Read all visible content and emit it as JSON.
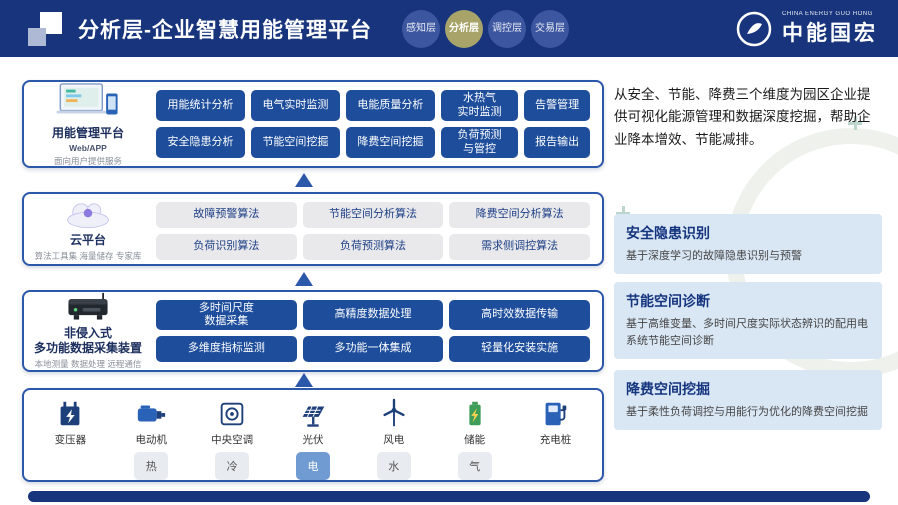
{
  "colors": {
    "header_bg": "#17347c",
    "row_border": "#2b58a8",
    "chip_dark": "#1d4d9b",
    "chip_light": "#e9e9eb",
    "card_bg": "#d9e6f4",
    "badge_active": "#a8a469",
    "tag_active": "#6f9bd2"
  },
  "header": {
    "title": "分析层-企业智慧用能管理平台",
    "badges": [
      {
        "label": "感知层",
        "active": false
      },
      {
        "label": "分析层",
        "active": true
      },
      {
        "label": "调控层",
        "active": false
      },
      {
        "label": "交易层",
        "active": false
      }
    ],
    "logo": {
      "en": "CHINA ENERGY GUO HONG",
      "cn": "中能国宏"
    }
  },
  "layers": {
    "platform": {
      "title": "用能管理平台",
      "sub1": "Web/APP",
      "sub2": "面向用户提供服务",
      "buttons": [
        [
          "用能统计分析",
          "电气实时监测",
          "电能质量分析",
          "水热气\n实时监测",
          "告警管理"
        ],
        [
          "安全隐患分析",
          "节能空间挖掘",
          "降费空间挖掘",
          "负荷预测\n与管控",
          "报告输出"
        ]
      ]
    },
    "cloud": {
      "title": "云平台",
      "sub": "算法工具集 海量储存 专家库",
      "buttons": [
        [
          "故障预警算法",
          "节能空间分析算法",
          "降费空间分析算法"
        ],
        [
          "负荷识别算法",
          "负荷预测算法",
          "需求侧调控算法"
        ]
      ]
    },
    "device": {
      "title": "非侵入式\n多功能数据采集装置",
      "sub": "本地测量 数据处理 远程通信",
      "buttons": [
        [
          "多时间尺度\n数据采集",
          "高精度数据处理",
          "高时效数据传输"
        ],
        [
          "多维度指标监测",
          "多功能一体集成",
          "轻量化安装实施"
        ]
      ]
    }
  },
  "equipment": {
    "items": [
      {
        "label": "变压器"
      },
      {
        "label": "电动机",
        "tag": "热"
      },
      {
        "label": "中央空调",
        "tag": "冷"
      },
      {
        "label": "光伏",
        "tag": "电",
        "active": true
      },
      {
        "label": "风电",
        "tag": "水"
      },
      {
        "label": "储能",
        "tag": "气"
      },
      {
        "label": "充电桩"
      }
    ]
  },
  "right": {
    "intro": "从安全、节能、降费三个维度为园区企业提供可视化能源管理和数据深度挖掘，帮助企业降本增效、节能减排。",
    "cards": [
      {
        "title": "安全隐患识别",
        "body": "基于深度学习的故障隐患识别与预警"
      },
      {
        "title": "节能空间诊断",
        "body": "基于高维变量、多时间尺度实际状态辨识的配用电系统节能空间诊断"
      },
      {
        "title": "降费空间挖掘",
        "body": "基于柔性负荷调控与用能行为优化的降费空间挖掘"
      }
    ]
  }
}
